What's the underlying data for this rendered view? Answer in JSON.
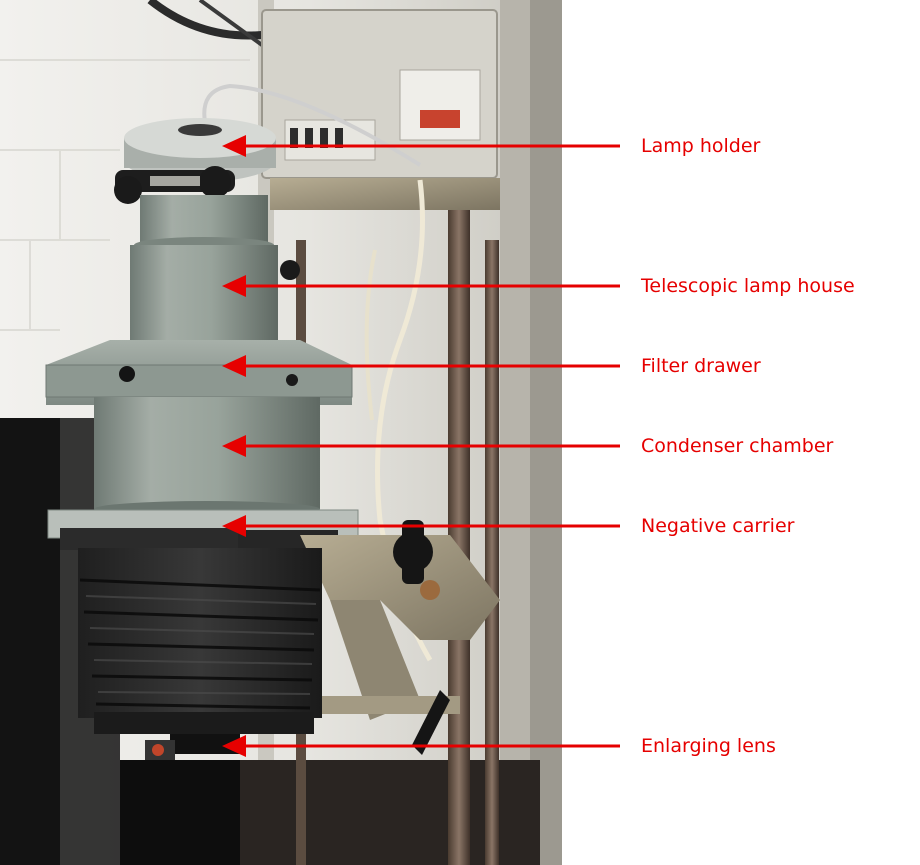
{
  "annotation_color": "#e60000",
  "labels": [
    {
      "text": "Lamp holder"
    },
    {
      "text": "Telescopic lamp house"
    },
    {
      "text": "Filter drawer"
    },
    {
      "text": "Condenser chamber"
    },
    {
      "text": "Negative carrier"
    },
    {
      "text": "Enlarging lens"
    }
  ],
  "photo": {
    "background_wall_color": "#e9e8e2",
    "housing_color": "#8e9a92",
    "bellows_color": "#2b2b2b",
    "icon": "photographic-enlarger-photo"
  }
}
